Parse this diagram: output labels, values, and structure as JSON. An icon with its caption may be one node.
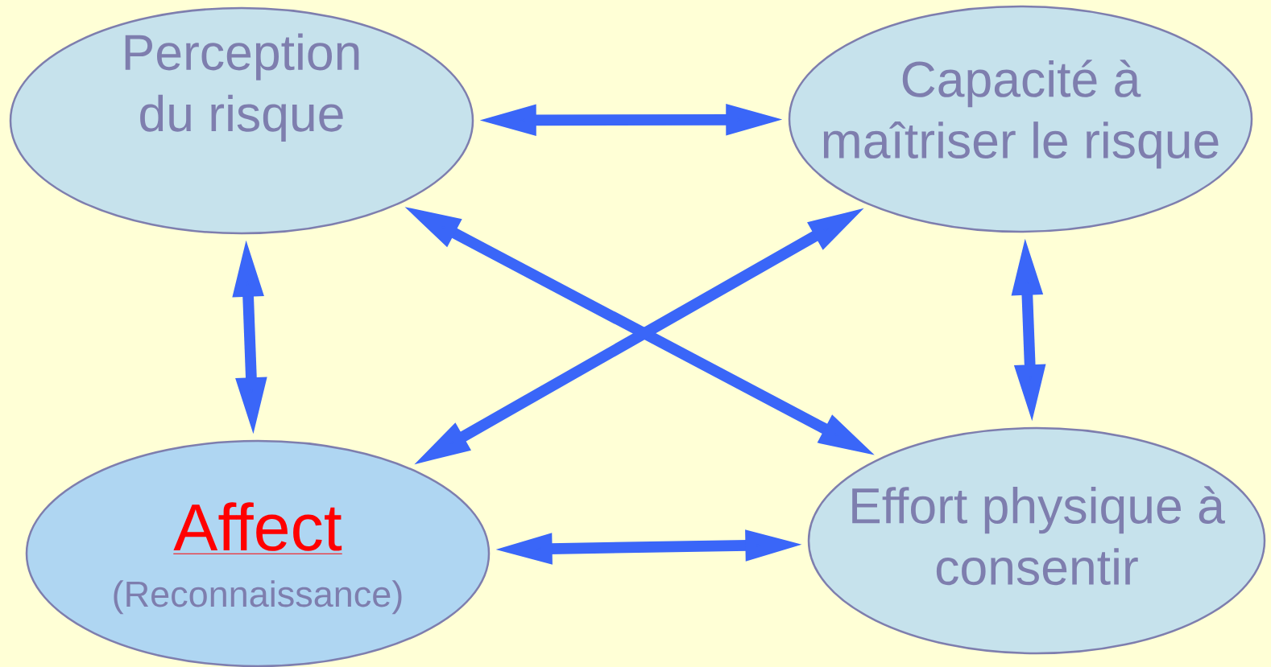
{
  "diagram": {
    "nodes": [
      {
        "text": [
          "Perception du risque"
        ]
      },
      {
        "text": [
          "Capacité à maîtriser le risque"
        ]
      },
      {
        "text": [
          "Affect",
          "(Reconnaissance)"
        ]
      },
      {
        "text": [
          "Effort physique à consentir"
        ]
      }
    ],
    "edges": [
      {
        "from": 0,
        "to": 1,
        "arrow": "both"
      },
      {
        "from": 0,
        "to": 2,
        "arrow": "both"
      },
      {
        "from": 1,
        "to": 3,
        "arrow": "both"
      },
      {
        "from": 0,
        "to": 3,
        "arrow": "both"
      },
      {
        "from": 2,
        "to": 1,
        "arrow": "both"
      },
      {
        "from": 2,
        "to": 3,
        "arrow": "both"
      }
    ]
  }
}
